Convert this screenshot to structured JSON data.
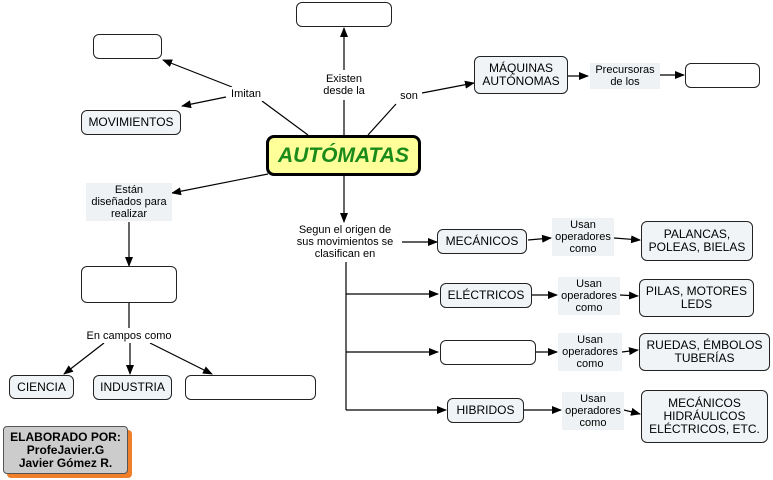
{
  "main_concept": "AUTÓMATAS",
  "nodes": {
    "movimientos": "MOVIMIENTOS",
    "maquinas": "MÁQUINAS\nAUTÓNOMAS",
    "mecanicos": "MECÁNICOS",
    "electricos": "ELÉCTRICOS",
    "hibridos": "HIBRIDOS",
    "palancas": "PALANCAS,\nPOLEAS, BIELAS",
    "pilas": "PILAS, MOTORES\nLEDS",
    "ruedas": "RUEDAS, ÉMBOLOS\nTUBERÍAS",
    "mec_hid": "MECÁNICOS\nHIDRÁULICOS\nELÉCTRICOS, ETC.",
    "ciencia": "CIENCIA",
    "industria": "INDUSTRIA"
  },
  "links": {
    "imitan": "Imitan",
    "existen": "Existen\ndesde la",
    "son": "son",
    "precursoras": "Precursoras\nde los",
    "disenados": "Están\ndiseñados para\nrealizar",
    "segun": "Segun el origen de\nsus movimientos se\nclasifican en",
    "campos": "En campos como",
    "usan1": "Usan\noperadores\ncomo",
    "usan2": "Usan\noperadores\ncomo",
    "usan3": "Usan\noperadores\ncomo",
    "usan4": "Usan\noperadores\ncomo"
  },
  "credit": {
    "line1": "ELABORADO POR:",
    "line2": "ProfeJavier.G",
    "line3": "Javier Gómez R."
  },
  "colors": {
    "main_fill": "#ffff99",
    "main_text": "#1a8a1a",
    "node_fill": "#f0f4f6",
    "credit_fill": "#cccccc",
    "credit_shadow": "#f07f2a"
  }
}
